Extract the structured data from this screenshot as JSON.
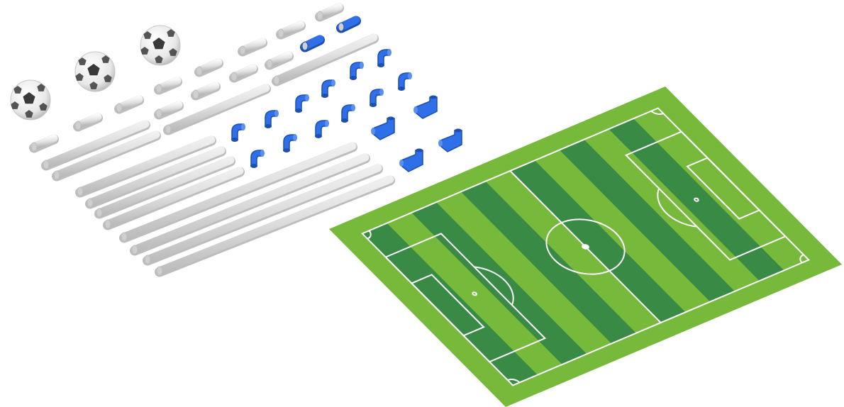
{
  "scene": {
    "subject": "soccer-kit-illustration",
    "colors": {
      "background": "#ffffff",
      "field_light": "#76b93b",
      "field_dark": "#388a45",
      "field_lines": "#ffffff",
      "pipe": "#e4e4e4",
      "pipe_shade": "#bdbdbd",
      "connector": "#2f6fe8",
      "ball_white": "#f2f2f2",
      "ball_patch": "#3a3a3a"
    },
    "counts": {
      "balls": 3,
      "long_pipes": 12,
      "short_pipes": 12,
      "blue_couplers": 2,
      "blue_elbows": 16,
      "field_stripes": 12
    }
  }
}
